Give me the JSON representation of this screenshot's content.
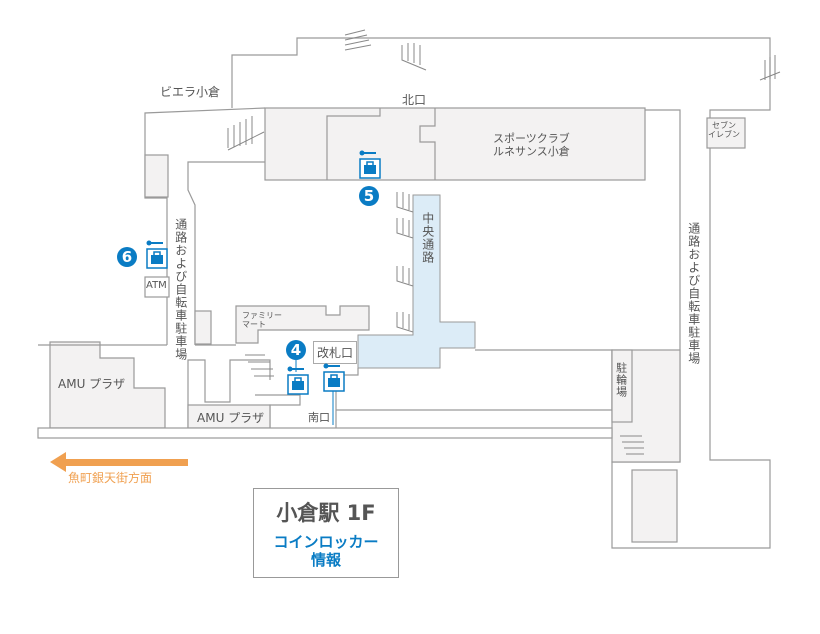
{
  "title": {
    "station": "小倉駅 1F",
    "subtitle_line1": "コインロッカー",
    "subtitle_line2": "情報"
  },
  "labels": {
    "viera": "ビエラ小倉",
    "north_exit": "北口",
    "sports_club_1": "スポーツクラブ",
    "sports_club_2": "ルネサンス小倉",
    "seven_eleven_1": "セブン",
    "seven_eleven_2": "イレブン",
    "central_passage": "中央通路",
    "left_passage": "通路および自転車駐車場",
    "right_passage": "通路および自転車駐車場",
    "family_mart_1": "ファミリー",
    "family_mart_2": "マート",
    "ticket_gate": "改札口",
    "south_exit": "南口",
    "amu_plaza_left": "AMU プラザ",
    "amu_plaza_bottom": "AMU プラザ",
    "bicycle_parking": "駐輪場",
    "atm": "ATM",
    "direction": "魚町銀天街方面"
  },
  "lockers": [
    {
      "number": "4"
    },
    {
      "number": "5"
    },
    {
      "number": "6"
    }
  ],
  "colors": {
    "accent": "#0a7cc4",
    "passage": "#dcecf7",
    "arrow": "#f0a050",
    "building": "#f3f2f2",
    "outline": "#9a9a9a"
  }
}
